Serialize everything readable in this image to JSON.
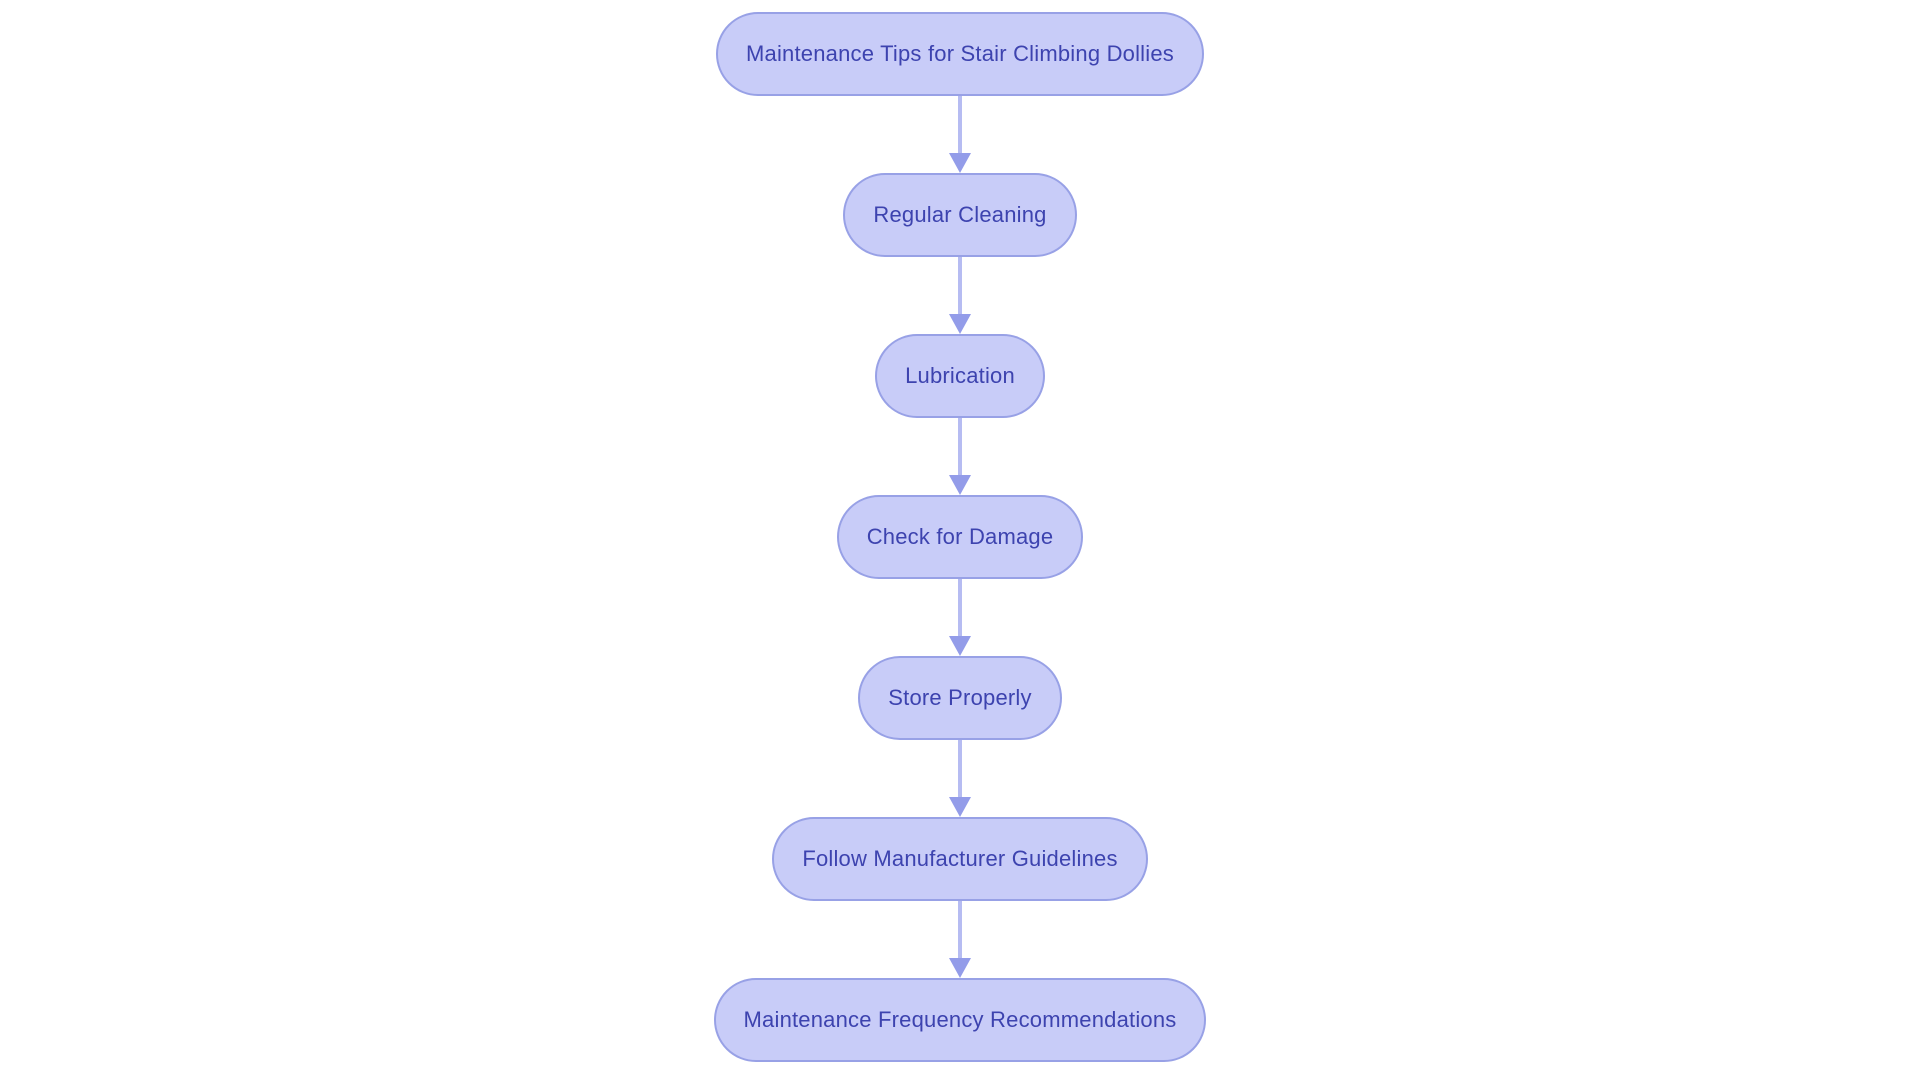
{
  "diagram": {
    "type": "flowchart",
    "direction": "top-down",
    "nodes": [
      {
        "id": "maintenance-tips",
        "label": "Maintenance Tips for Stair Climbing Dollies"
      },
      {
        "id": "regular-cleaning",
        "label": "Regular Cleaning"
      },
      {
        "id": "lubrication",
        "label": "Lubrication"
      },
      {
        "id": "check-for-damage",
        "label": "Check for Damage"
      },
      {
        "id": "store-properly",
        "label": "Store Properly"
      },
      {
        "id": "follow-manufacturer-guidelines",
        "label": "Follow Manufacturer Guidelines"
      },
      {
        "id": "maintenance-frequency-recommendations",
        "label": "Maintenance Frequency Recommendations"
      }
    ],
    "edges": [
      {
        "from": "maintenance-tips",
        "to": "regular-cleaning"
      },
      {
        "from": "regular-cleaning",
        "to": "lubrication"
      },
      {
        "from": "lubrication",
        "to": "check-for-damage"
      },
      {
        "from": "check-for-damage",
        "to": "store-properly"
      },
      {
        "from": "store-properly",
        "to": "follow-manufacturer-guidelines"
      },
      {
        "from": "follow-manufacturer-guidelines",
        "to": "maintenance-frequency-recommendations"
      }
    ],
    "colors": {
      "background": "#ffffff",
      "node_fill": "#c8ccf8",
      "node_border": "#98a1e6",
      "node_text": "#3d43af",
      "arrow_line": "#b6bcf2",
      "arrow_head": "#939ce9"
    }
  }
}
